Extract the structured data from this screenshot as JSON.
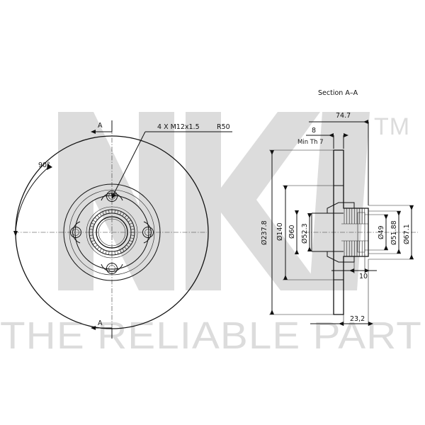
{
  "watermark": {
    "logo_text": "NK",
    "trademark": "TM",
    "slogan": "THE RELIABLE PART"
  },
  "front_view": {
    "section_mark_top": "A",
    "section_mark_bottom": "A",
    "angle_label": "90°",
    "thread_callout": "4 X M12x1.5",
    "radius_callout": "R50"
  },
  "section_view": {
    "title": "Section A–A",
    "dims": {
      "overall_width": "74.7",
      "thickness": "8",
      "min_thickness": "Min Th 7",
      "outer_diameter": "Ø237.8",
      "d140": "Ø140",
      "d60": "Ø60",
      "d52": "Ø52.3",
      "d49": "Ø49",
      "d51": "Ø51.88",
      "d67": "Ø67.1",
      "hub_offset": "10",
      "height": "23,2"
    }
  },
  "colors": {
    "line": "#111111",
    "watermark": "#dcdcdc"
  }
}
